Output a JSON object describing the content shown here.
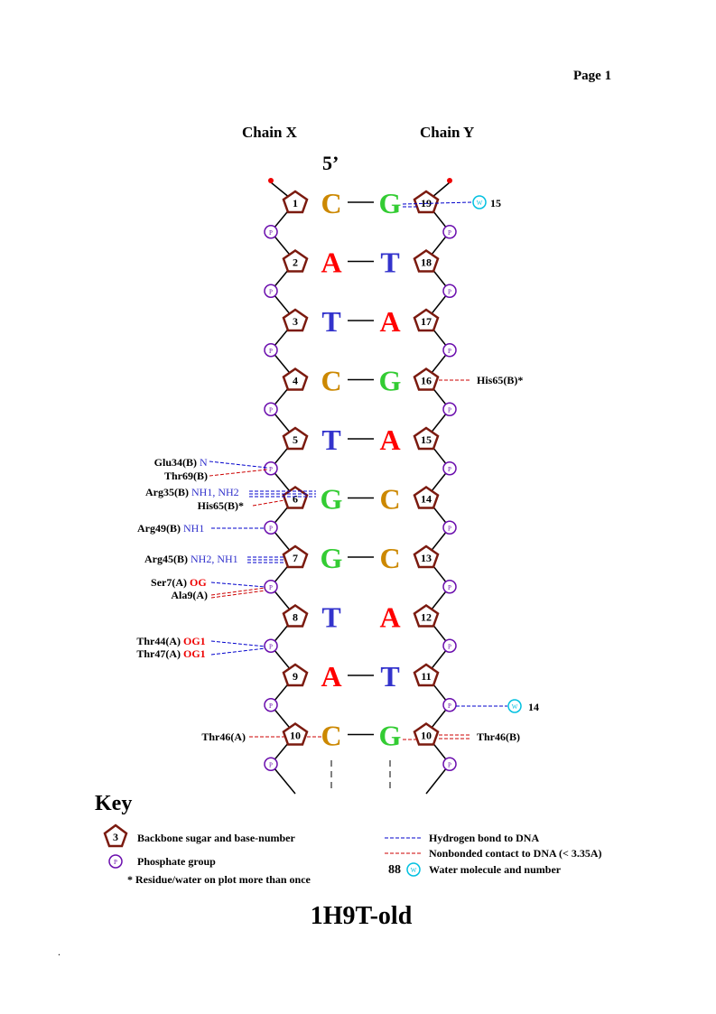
{
  "page_label": "Page 1",
  "chain_x_label": "Chain X",
  "chain_y_label": "Chain Y",
  "five_prime": "5’",
  "title": "1H9T-old",
  "colors": {
    "A": "#ff0000",
    "T": "#3333cc",
    "G": "#33cc33",
    "C": "#cc8800",
    "backbone": "#000000",
    "sugar": "#7b1a0f",
    "phosphate": "#6a0dad",
    "hbond": "#0000cc",
    "nonbonded": "#cc0000",
    "water": "#00c0e0"
  },
  "pairs": [
    {
      "x_num": "1",
      "x_base": "C",
      "y_base": "G",
      "y_num": "19"
    },
    {
      "x_num": "2",
      "x_base": "A",
      "y_base": "T",
      "y_num": "18"
    },
    {
      "x_num": "3",
      "x_base": "T",
      "y_base": "A",
      "y_num": "17"
    },
    {
      "x_num": "4",
      "x_base": "C",
      "y_base": "G",
      "y_num": "16"
    },
    {
      "x_num": "5",
      "x_base": "T",
      "y_base": "A",
      "y_num": "15"
    },
    {
      "x_num": "6",
      "x_base": "G",
      "y_base": "C",
      "y_num": "14"
    },
    {
      "x_num": "7",
      "x_base": "G",
      "y_base": "C",
      "y_num": "13"
    },
    {
      "x_num": "8",
      "x_base": "T",
      "y_base": "A",
      "y_num": "12"
    },
    {
      "x_num": "9",
      "x_base": "A",
      "y_base": "T",
      "y_num": "11"
    },
    {
      "x_num": "10",
      "x_base": "C",
      "y_base": "G",
      "y_num": "10"
    }
  ],
  "phosphate_letter": "P",
  "water_letter": "W",
  "interactions": {
    "glu34": {
      "residue": "Glu34(B)",
      "atom": "N"
    },
    "thr69": {
      "residue": "Thr69(B)"
    },
    "arg35": {
      "residue": "Arg35(B)",
      "atom": "NH1, NH2"
    },
    "his65_left": {
      "residue": "His65(B)*"
    },
    "arg49": {
      "residue": "Arg49(B)",
      "atom": "NH1"
    },
    "arg45": {
      "residue": "Arg45(B)",
      "atom": "NH2, NH1"
    },
    "ser7": {
      "residue": "Ser7(A)",
      "atom": "OG"
    },
    "ala9": {
      "residue": "Ala9(A)"
    },
    "thr44": {
      "residue": "Thr44(A)",
      "atom": "OG1"
    },
    "thr47": {
      "residue": "Thr47(A)",
      "atom": "OG1"
    },
    "thr46_left": {
      "residue": "Thr46(A)"
    },
    "his65_right": {
      "residue": "His65(B)*"
    },
    "thr46_right": {
      "residue": "Thr46(B)"
    },
    "water15": {
      "number": "15"
    },
    "water14": {
      "number": "14"
    }
  },
  "key": {
    "heading": "Key",
    "sugar_number": "3",
    "sugar_label": "Backbone sugar and base-number",
    "phosphate_label": "Phosphate group",
    "star_label": "* Residue/water on plot more than once",
    "hbond_label": "Hydrogen bond to DNA",
    "nonbonded_label": "Nonbonded contact to DNA (< 3.35A)",
    "water_number": "88",
    "water_label": "Water molecule and number"
  },
  "footer_dot": "."
}
